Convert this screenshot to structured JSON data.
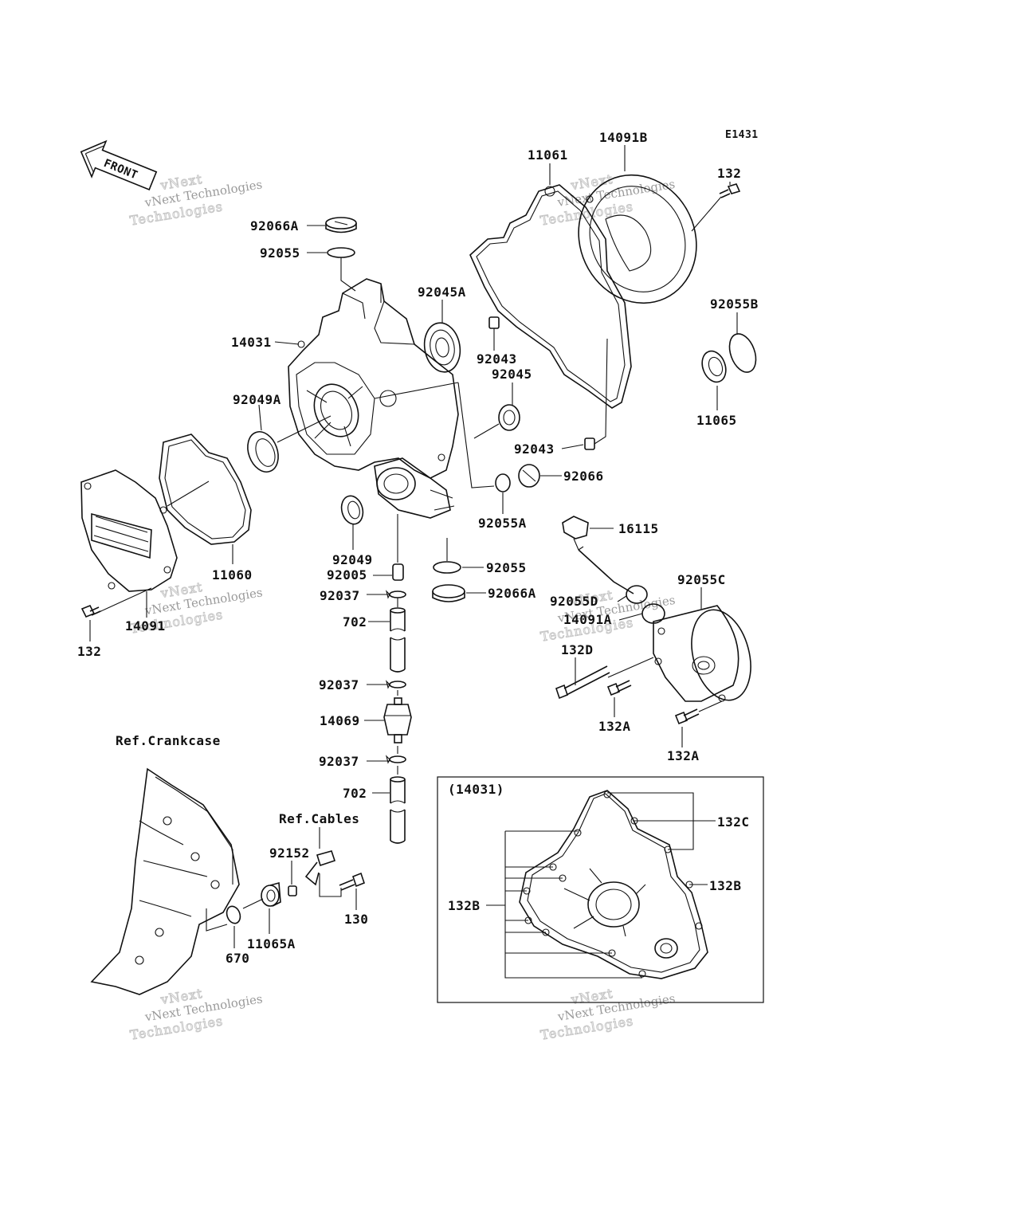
{
  "figure_code": "E1431",
  "front_label": "FRONT",
  "watermark": {
    "line1": "vNext",
    "line2": "Technologies",
    "small": "vNext Technologies"
  },
  "part_labels": {
    "p92066A": "92066A",
    "p92055_top": "92055",
    "p14031": "14031",
    "p92049A": "92049A",
    "p11060": "11060",
    "p14091": "14091",
    "p132_left": "132",
    "p92049": "92049",
    "p92005": "92005",
    "p92037_a": "92037",
    "p702_a": "702",
    "p92037_b": "92037",
    "p14069": "14069",
    "p92037_c": "92037",
    "p702_b": "702",
    "p92045A": "92045A",
    "p92043_a": "92043",
    "p92045": "92045",
    "p92043_b": "92043",
    "p92066": "92066",
    "p92055A": "92055A",
    "p92055_mid": "92055",
    "p92066A_mid": "92066A",
    "p11061": "11061",
    "p14091B": "14091B",
    "p132_right": "132",
    "p92055B": "92055B",
    "p11065": "11065",
    "p16115": "16115",
    "p92055C": "92055C",
    "p92055D": "92055D",
    "p14091A": "14091A",
    "p132D": "132D",
    "p132A_a": "132A",
    "p132A_b": "132A",
    "ref_crankcase": "Ref.Crankcase",
    "ref_cables": "Ref.Cables",
    "p92152": "92152",
    "p130": "130",
    "p670": "670",
    "p11065A": "11065A",
    "inset_title": "(14031)",
    "p132C": "132C",
    "p132B_right": "132B",
    "p132B_left": "132B"
  }
}
